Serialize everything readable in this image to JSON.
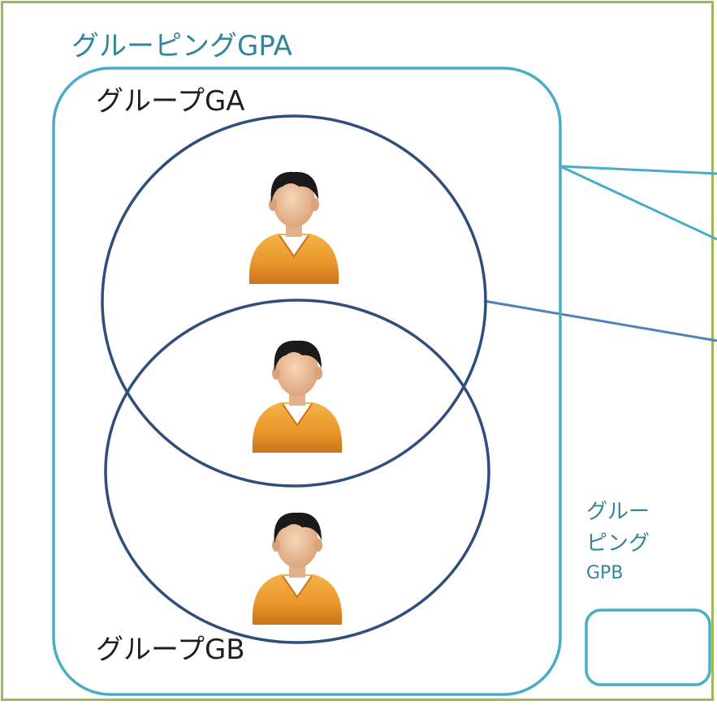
{
  "grouping_a": {
    "label": "グルーピングGPA"
  },
  "group_a": {
    "label": "グループGA"
  },
  "group_b": {
    "label": "グループGB"
  },
  "grouping_b": {
    "label_line1": "グルー",
    "label_line2": "ピング",
    "label_line3": "GPB"
  },
  "colors": {
    "frame_border": "#9bbb59",
    "grouping_stroke": "#4bacc6",
    "group_stroke": "#2f4e7b",
    "grouping_text": "#31859c",
    "person_shirt": "#e8952a",
    "person_hair": "#1a1a1a"
  },
  "icons": [
    "person-icon",
    "person-icon",
    "person-icon"
  ]
}
